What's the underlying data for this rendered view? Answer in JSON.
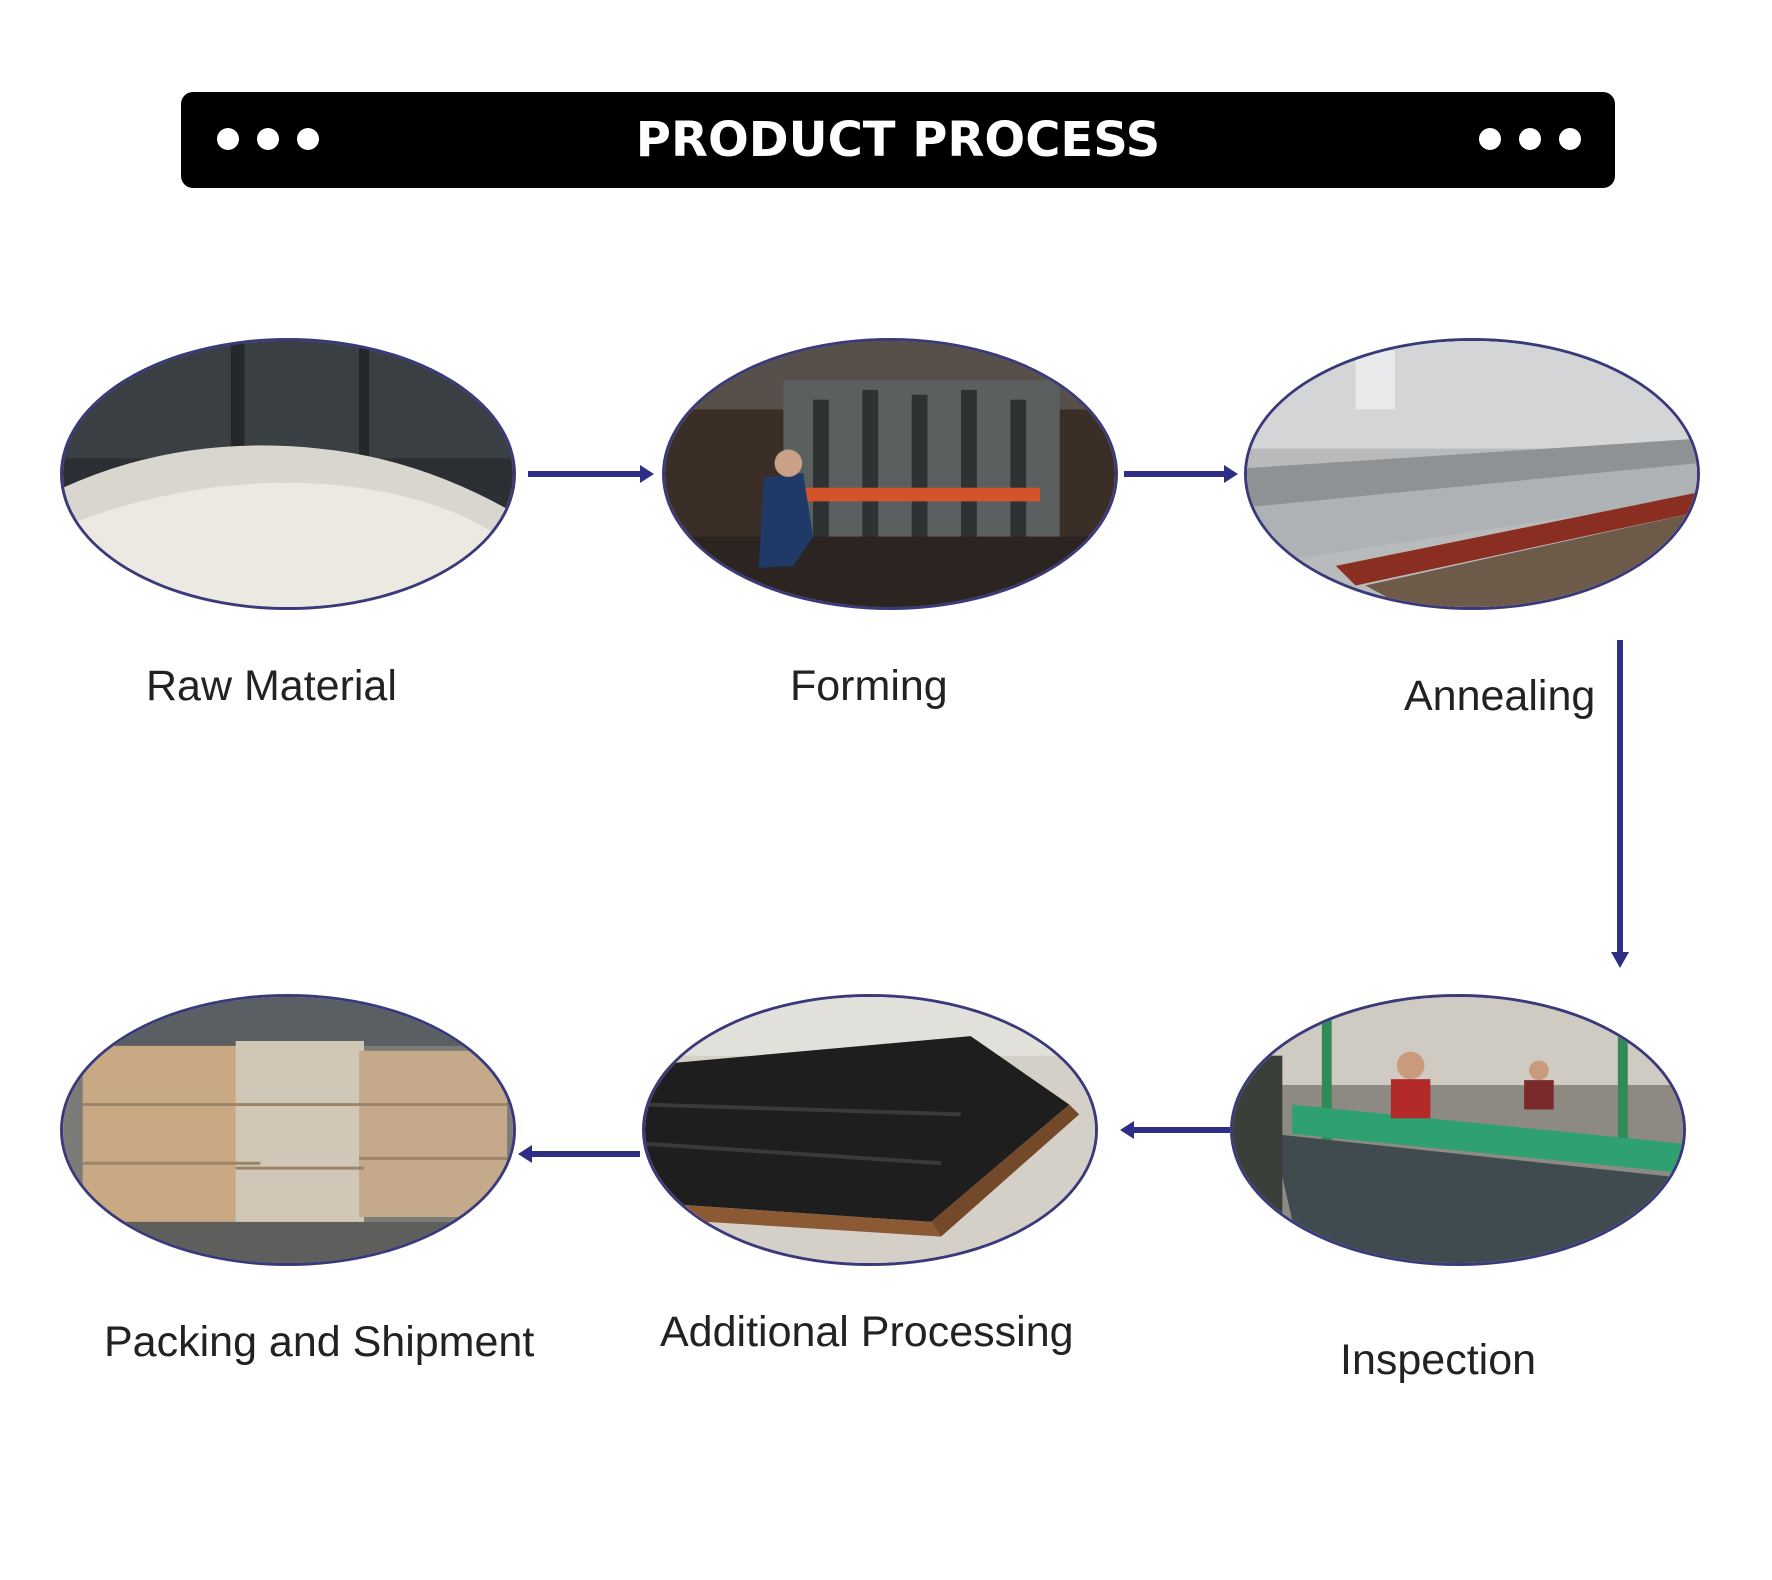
{
  "header": {
    "title": "PRODUCT PROCESS"
  },
  "steps": [
    {
      "id": "raw-material",
      "label": "Raw Material"
    },
    {
      "id": "forming",
      "label": "Forming"
    },
    {
      "id": "annealing",
      "label": "Annealing"
    },
    {
      "id": "inspection",
      "label": "Inspection"
    },
    {
      "id": "additional-processing",
      "label": "Additional Processing"
    },
    {
      "id": "packing-shipment",
      "label": "Packing and Shipment"
    }
  ],
  "colors": {
    "arrow": "#2e2e86",
    "banner": "#000000",
    "ellipse_border": "#3a3a7a"
  }
}
